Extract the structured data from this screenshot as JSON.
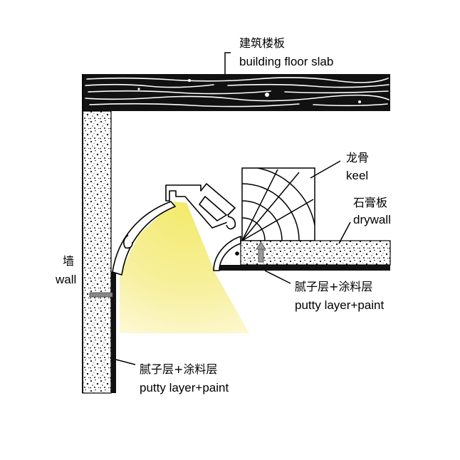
{
  "labels": {
    "floor_slab": {
      "cn": "建筑楼板",
      "en": "building floor slab"
    },
    "keel": {
      "cn": "龙骨",
      "en": "keel"
    },
    "drywall": {
      "cn": "石膏板",
      "en": "drywall"
    },
    "wall": {
      "cn": "墙",
      "en": "wall"
    },
    "putty_right": {
      "cn": "腻子层+涂料层",
      "en": "putty layer+paint"
    },
    "putty_bottom": {
      "cn": "腻子层+涂料层",
      "en": "putty layer+paint"
    }
  },
  "colors": {
    "light": "#f5ee88",
    "light_fade": "#fffce0",
    "line": "#000000",
    "bolt": "#888888"
  }
}
